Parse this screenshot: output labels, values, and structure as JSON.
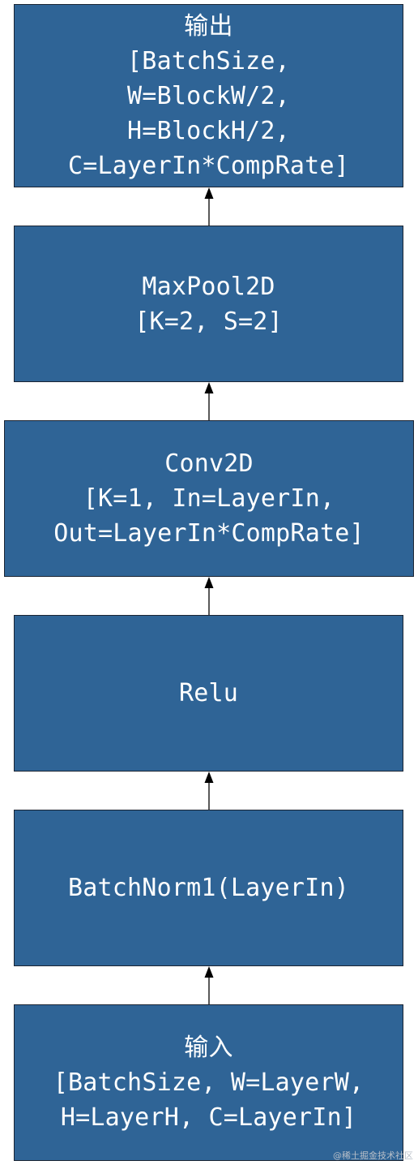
{
  "diagram": {
    "boxes": [
      {
        "id": "output",
        "lines": [
          "输出",
          "[BatchSize,",
          "W=BlockW/2,",
          "H=BlockH/2,",
          "C=LayerIn*CompRate]"
        ]
      },
      {
        "id": "maxpool",
        "lines": [
          "MaxPool2D",
          "[K=2, S=2]"
        ]
      },
      {
        "id": "conv",
        "lines": [
          "Conv2D",
          "[K=1, In=LayerIn,",
          "Out=LayerIn*CompRate]"
        ]
      },
      {
        "id": "relu",
        "lines": [
          "Relu"
        ]
      },
      {
        "id": "batchnorm",
        "lines": [
          "BatchNorm1(LayerIn)"
        ]
      },
      {
        "id": "input",
        "lines": [
          "输入",
          "[BatchSize, W=LayerW,",
          "H=LayerH, C=LayerIn]"
        ]
      }
    ],
    "box_color": "#2f6496",
    "text_color": "#ffffff",
    "arrow_color": "#000000"
  },
  "watermark": "@稀土掘金技术社区"
}
